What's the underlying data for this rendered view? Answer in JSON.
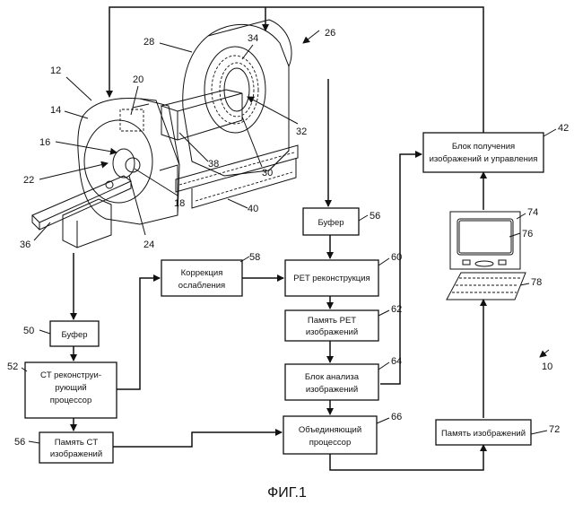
{
  "figure": {
    "caption": "ФИГ.1"
  },
  "blocks": {
    "acq_control": [
      "Блок получения",
      "изображений и управления"
    ],
    "buffer_pet": [
      "Буфер"
    ],
    "pet_recon": [
      "PET реконструкция"
    ],
    "pet_memory": [
      "Память PET",
      "изображений"
    ],
    "analysis": [
      "Блок анализа",
      "изображений"
    ],
    "fusion": [
      "Объединяющий",
      "процессор"
    ],
    "image_memory": [
      "Память изображений"
    ],
    "attenuation": [
      "Коррекция",
      "ослабления"
    ],
    "buffer_ct": [
      "Буфер"
    ],
    "ct_recon": [
      "CT реконструи-",
      "рующий",
      "процессор"
    ],
    "ct_memory": [
      "Память CT",
      "изображений"
    ]
  },
  "refs": {
    "r10": "10",
    "r12": "12",
    "r14": "14",
    "r16": "16",
    "r18": "18",
    "r20": "20",
    "r22": "22",
    "r24": "24",
    "r26": "26",
    "r28": "28",
    "r30": "30",
    "r32": "32",
    "r34": "34",
    "r36": "36",
    "r38": "38",
    "r40": "40",
    "r42": "42",
    "r50": "50",
    "r52": "52",
    "r56a": "56",
    "r56b": "56",
    "r58": "58",
    "r60": "60",
    "r62": "62",
    "r64": "64",
    "r66": "66",
    "r72": "72",
    "r74": "74",
    "r76": "76",
    "r78": "78"
  }
}
